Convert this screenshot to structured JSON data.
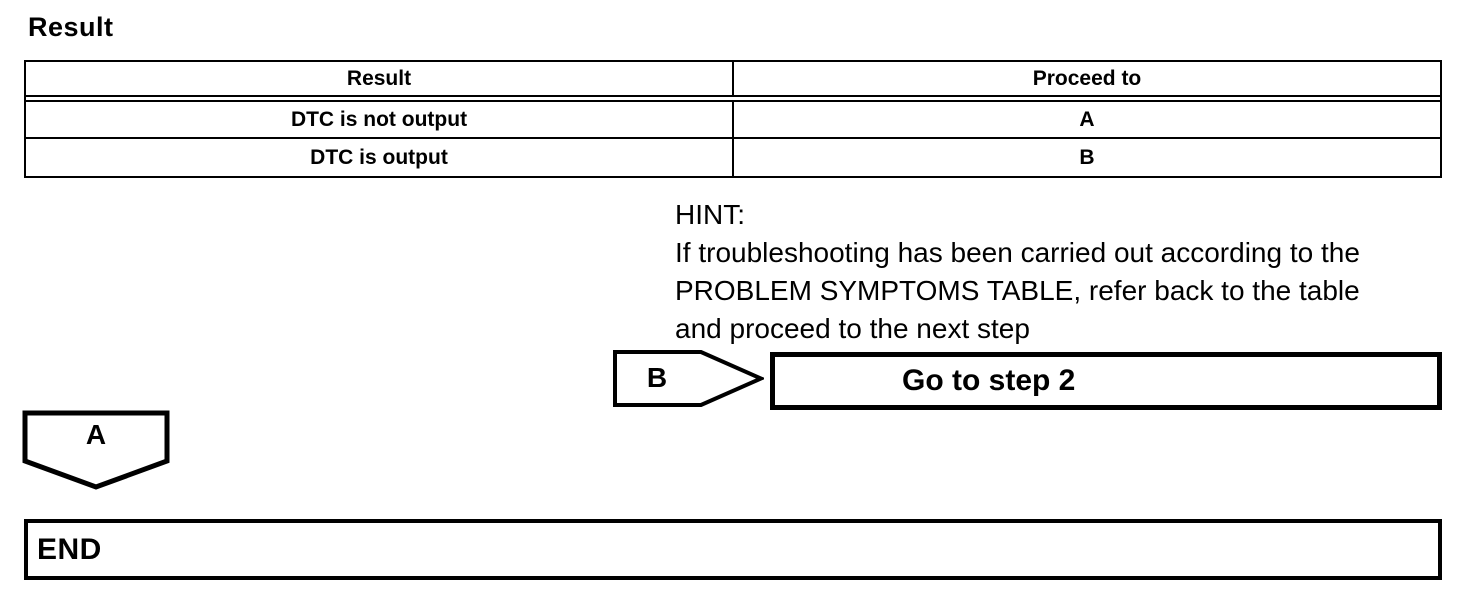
{
  "page": {
    "title": "Result"
  },
  "result_table": {
    "headers": {
      "result": "Result",
      "proceed_to": "Proceed to"
    },
    "rows": [
      {
        "result": "DTC is not output",
        "proceed_to": "A"
      },
      {
        "result": "DTC is output",
        "proceed_to": "B"
      }
    ]
  },
  "hint": {
    "label": "HINT:",
    "lines": [
      "If troubleshooting has been carried out according to the",
      "PROBLEM SYMPTOMS TABLE, refer back to the table",
      "and proceed to the next step"
    ]
  },
  "flowchart": {
    "connector_b_label": "B",
    "go_to_step_label": "Go to step 2",
    "connector_a_label": "A",
    "end_label": "END"
  },
  "colors": {
    "ink": "#000000",
    "paper": "#ffffff"
  }
}
